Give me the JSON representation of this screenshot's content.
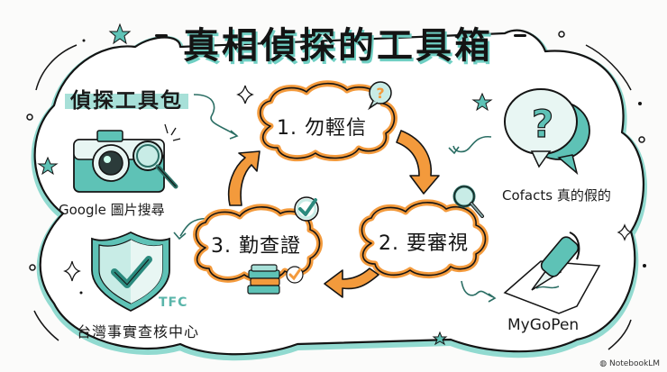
{
  "title": "真相偵探的工具箱",
  "kit": {
    "label": "偵探工具包"
  },
  "tools": [
    {
      "name": "Google 圖片搜尋",
      "icon": "camera-magnifier-icon"
    },
    {
      "name": "台灣事實查核中心",
      "icon": "shield-check-icon",
      "badge": "TFC"
    },
    {
      "name": "Cofacts 真的假的",
      "icon": "question-speech-bubble-icon"
    },
    {
      "name": "MyGoPen",
      "icon": "fountain-pen-icon"
    }
  ],
  "steps": [
    {
      "label": "1. 勿輕信",
      "icon": "question-bubble-icon"
    },
    {
      "label": "2. 要審視",
      "icon": "magnifier-icon"
    },
    {
      "label": "3. 勤查證",
      "icon": "books-checkmark-icon"
    }
  ],
  "colors": {
    "teal": "#5ec2b6",
    "teal_light": "#a7e0d8",
    "orange": "#f39a3c",
    "orange_light": "#fbd7ad",
    "ink": "#141414"
  },
  "watermark": "NotebookLM"
}
